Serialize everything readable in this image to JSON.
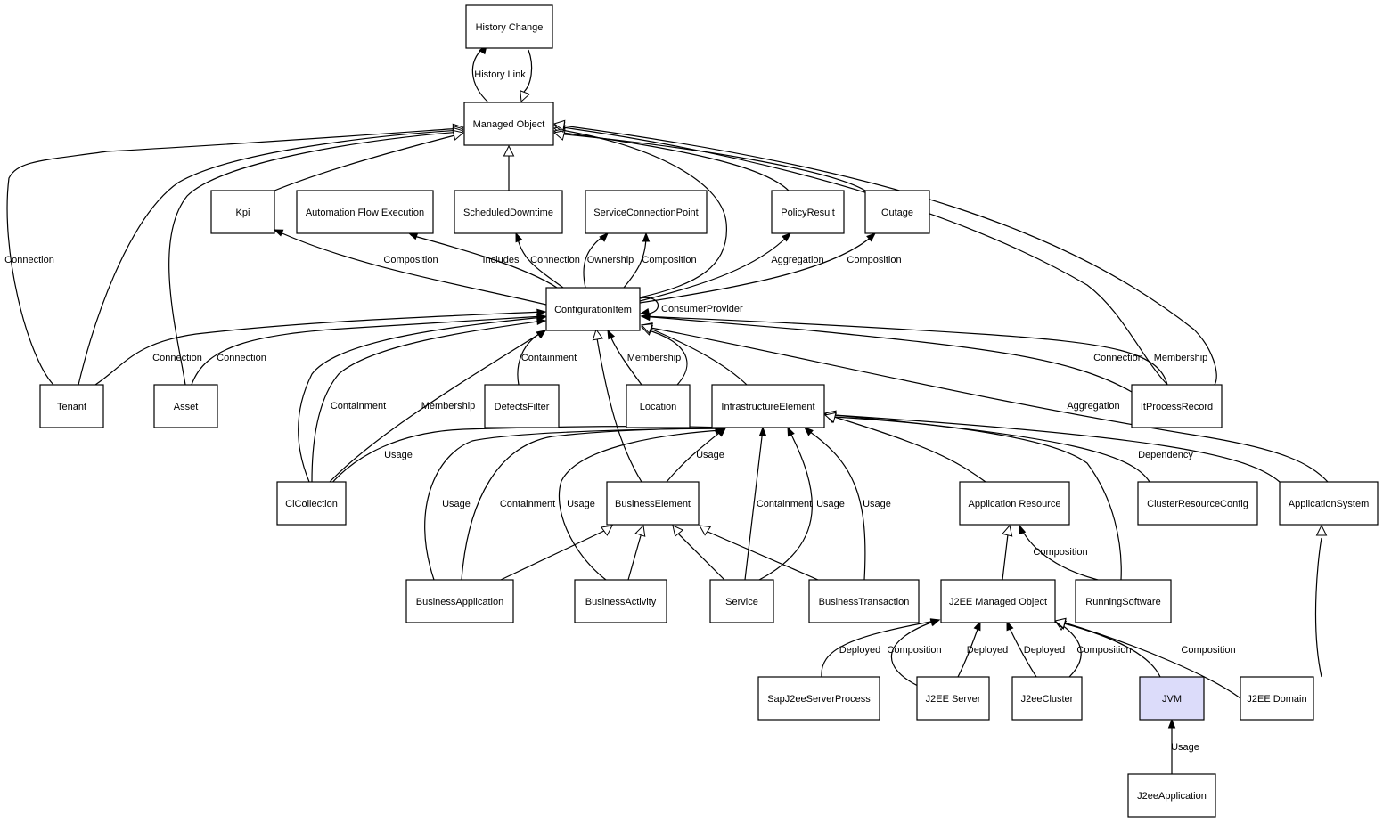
{
  "nodes": [
    {
      "id": "history_change",
      "label": "History Change"
    },
    {
      "id": "managed_object",
      "label": "Managed Object"
    },
    {
      "id": "kpi",
      "label": "Kpi"
    },
    {
      "id": "automation_flow_execution",
      "label": "Automation Flow Execution"
    },
    {
      "id": "scheduled_downtime",
      "label": "ScheduledDowntime"
    },
    {
      "id": "service_connection_point",
      "label": "ServiceConnectionPoint"
    },
    {
      "id": "policy_result",
      "label": "PolicyResult"
    },
    {
      "id": "outage",
      "label": "Outage"
    },
    {
      "id": "configuration_item",
      "label": "ConfigurationItem"
    },
    {
      "id": "tenant",
      "label": "Tenant"
    },
    {
      "id": "asset",
      "label": "Asset"
    },
    {
      "id": "defects_filter",
      "label": "DefectsFilter"
    },
    {
      "id": "location",
      "label": "Location"
    },
    {
      "id": "infrastructure_element",
      "label": "InfrastructureElement"
    },
    {
      "id": "it_process_record",
      "label": "ItProcessRecord"
    },
    {
      "id": "ci_collection",
      "label": "CiCollection"
    },
    {
      "id": "business_element",
      "label": "BusinessElement"
    },
    {
      "id": "application_resource",
      "label": "Application Resource"
    },
    {
      "id": "cluster_resource_config",
      "label": "ClusterResourceConfig"
    },
    {
      "id": "application_system",
      "label": "ApplicationSystem"
    },
    {
      "id": "business_application",
      "label": "BusinessApplication"
    },
    {
      "id": "business_activity",
      "label": "BusinessActivity"
    },
    {
      "id": "service",
      "label": "Service"
    },
    {
      "id": "business_transaction",
      "label": "BusinessTransaction"
    },
    {
      "id": "j2ee_managed_object",
      "label": "J2EE Managed Object"
    },
    {
      "id": "running_software",
      "label": "RunningSoftware"
    },
    {
      "id": "sap_j2ee_server_process",
      "label": "SapJ2eeServerProcess"
    },
    {
      "id": "j2ee_server",
      "label": "J2EE Server"
    },
    {
      "id": "j2ee_cluster",
      "label": "J2eeCluster"
    },
    {
      "id": "jvm",
      "label": "JVM"
    },
    {
      "id": "j2ee_domain",
      "label": "J2EE Domain"
    },
    {
      "id": "j2ee_application",
      "label": "J2eeApplication"
    }
  ],
  "selected_node": "jvm",
  "edge_labels": [
    {
      "id": "history_link",
      "text": "History Link"
    },
    {
      "id": "tenant_connection_mo",
      "text": "Connection"
    },
    {
      "id": "ci_kpi_composition",
      "text": "Composition"
    },
    {
      "id": "ci_afe_includes",
      "text": "Includes"
    },
    {
      "id": "ci_sd_connection",
      "text": "Connection"
    },
    {
      "id": "ci_scp_ownership",
      "text": "Ownership"
    },
    {
      "id": "ci_scp_composition",
      "text": "Composition"
    },
    {
      "id": "ci_pr_aggregation",
      "text": "Aggregation"
    },
    {
      "id": "ci_outage_composition",
      "text": "Composition"
    },
    {
      "id": "ci_consumer_provider",
      "text": "ConsumerProvider"
    },
    {
      "id": "tenant_ci_connection",
      "text": "Connection"
    },
    {
      "id": "asset_ci_connection",
      "text": "Connection"
    },
    {
      "id": "defects_ci_containment",
      "text": "Containment"
    },
    {
      "id": "location_ci_membership",
      "text": "Membership"
    },
    {
      "id": "ipr_ci_connection",
      "text": "Connection"
    },
    {
      "id": "ipr_ci_membership",
      "text": "Membership"
    },
    {
      "id": "appsys_ci_aggregation",
      "text": "Aggregation"
    },
    {
      "id": "cic_ci_containment",
      "text": "Containment"
    },
    {
      "id": "cic_ci_membership",
      "text": "Membership"
    },
    {
      "id": "cic_ie_usage",
      "text": "Usage"
    },
    {
      "id": "be_ie_usage",
      "text": "Usage"
    },
    {
      "id": "appsys_ie_dependency",
      "text": "Dependency"
    },
    {
      "id": "ba_ie_usage",
      "text": "Usage"
    },
    {
      "id": "ba_ie_containment",
      "text": "Containment"
    },
    {
      "id": "bact_ie_usage",
      "text": "Usage"
    },
    {
      "id": "svc_ie_containment",
      "text": "Containment"
    },
    {
      "id": "svc_ie_usage",
      "text": "Usage"
    },
    {
      "id": "bt_ie_usage",
      "text": "Usage"
    },
    {
      "id": "rs_ar_composition",
      "text": "Composition"
    },
    {
      "id": "sap_jmo_deployed",
      "text": "Deployed"
    },
    {
      "id": "jserver_jmo_composition",
      "text": "Composition"
    },
    {
      "id": "jserver_jmo_deployed",
      "text": "Deployed"
    },
    {
      "id": "jcluster_jmo_deployed",
      "text": "Deployed"
    },
    {
      "id": "jcluster_jmo_composition",
      "text": "Composition"
    },
    {
      "id": "jdomain_jmo_composition",
      "text": "Composition"
    },
    {
      "id": "japp_jvm_usage",
      "text": "Usage"
    }
  ]
}
